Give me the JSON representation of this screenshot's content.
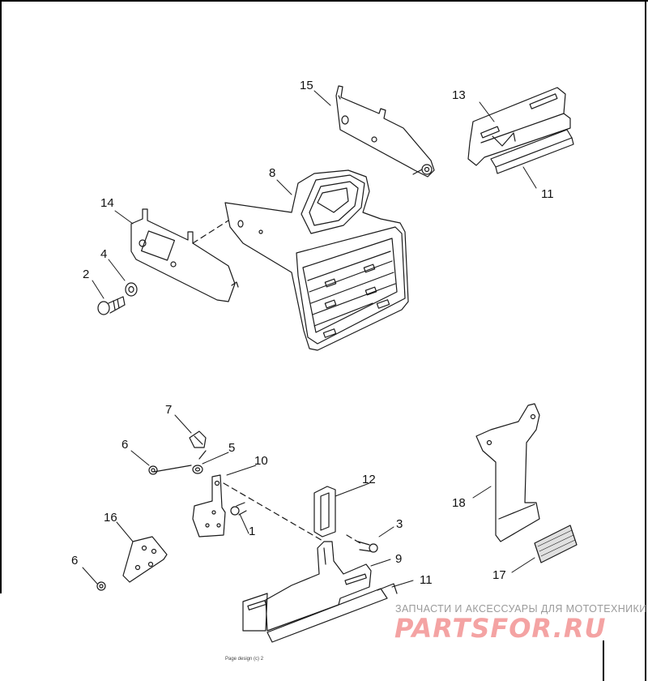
{
  "diagram": {
    "callouts": {
      "c1": "1",
      "c2": "2",
      "c3": "3",
      "c4": "4",
      "c5": "5",
      "c6a": "6",
      "c6b": "6",
      "c7": "7",
      "c8": "8",
      "c9": "9",
      "c10": "10",
      "c11a": "11",
      "c11b": "11",
      "c12": "12",
      "c13": "13",
      "c14": "14",
      "c15": "15",
      "c16": "16",
      "c17": "17",
      "c18": "18"
    }
  },
  "watermark": {
    "tagline": "ЗАПЧАСТИ И АКСЕССУАРЫ ДЛЯ МОТОТЕХНИКИ",
    "logo": "PARTSFOR.RU"
  },
  "footer": {
    "note": "Page design (c) 2"
  },
  "colors": {
    "line": "#1a1a1a",
    "frame": "#000000",
    "watermark_text": "#9a9a9a",
    "watermark_logo": "#f4a3a3"
  }
}
